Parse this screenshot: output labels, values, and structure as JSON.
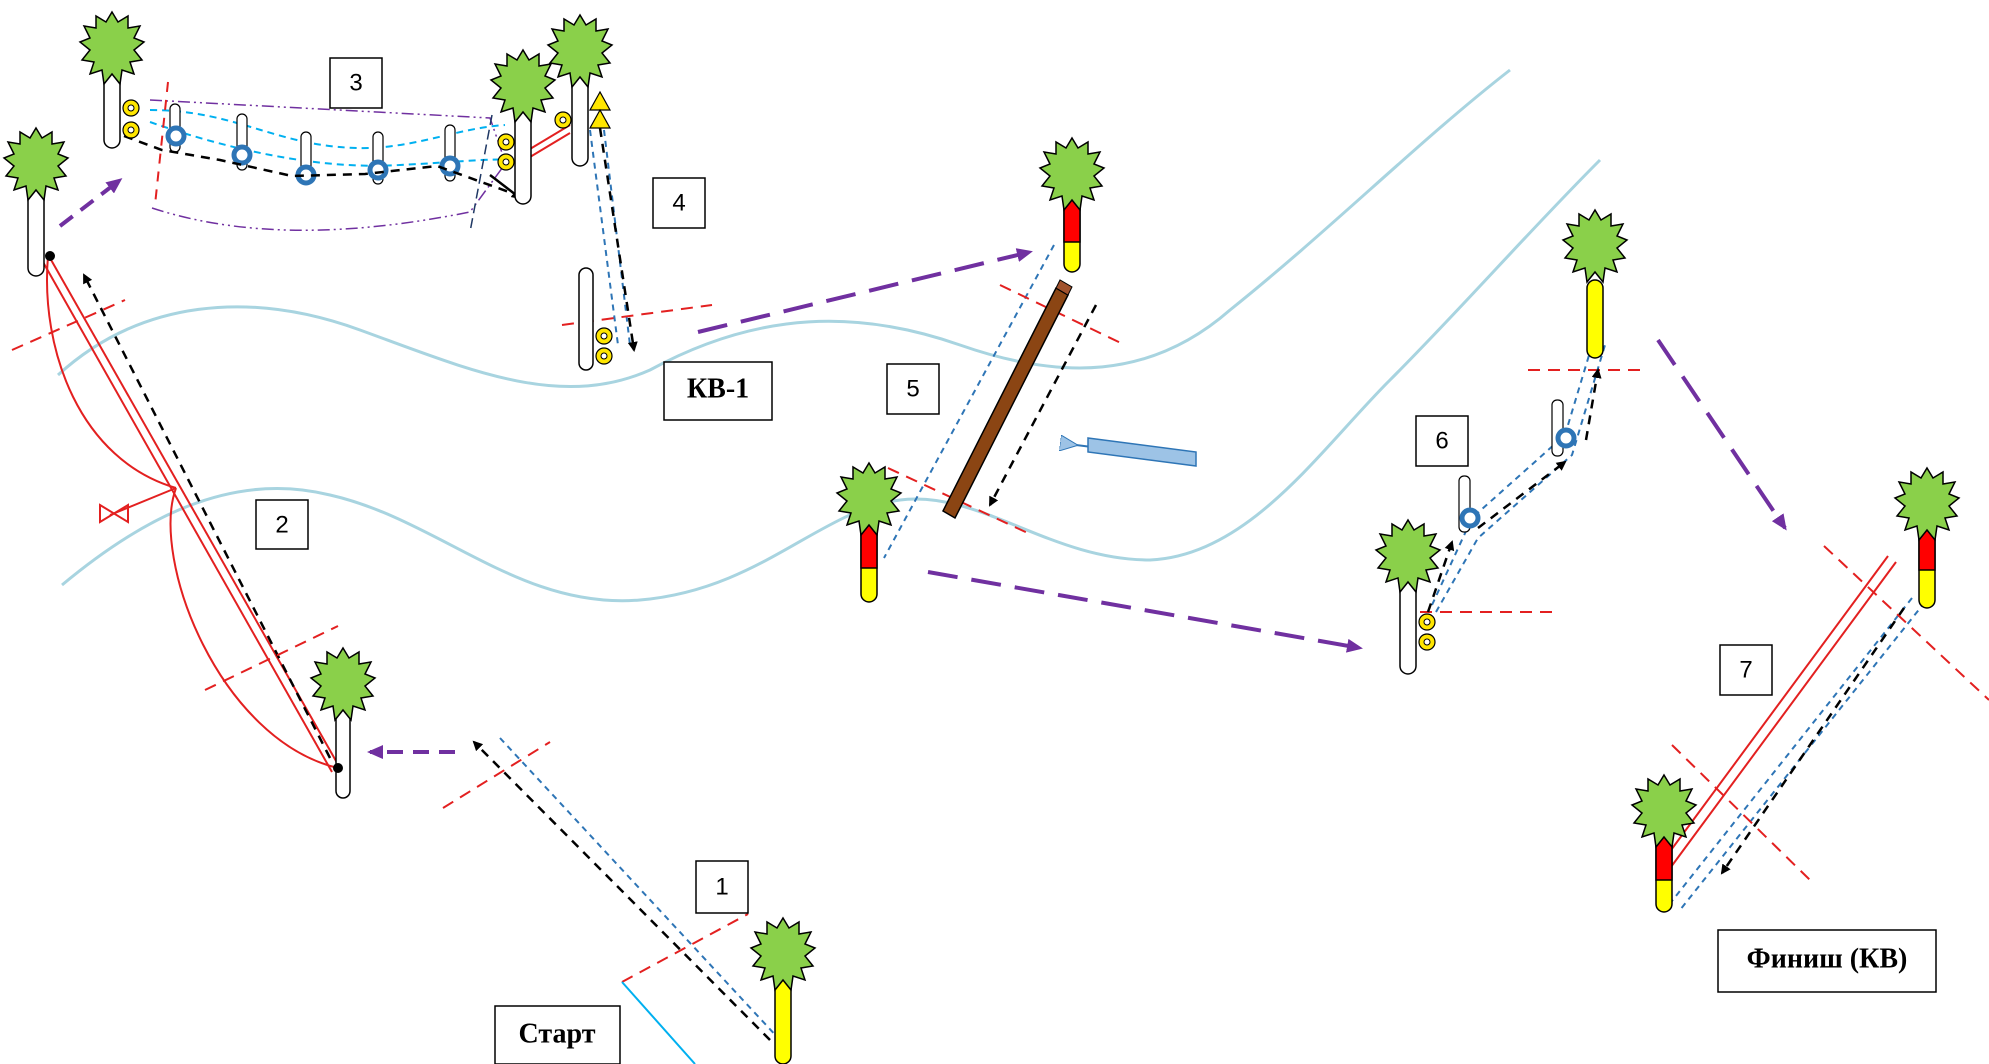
{
  "labels": {
    "start": "Старт",
    "kv1": "КВ-1",
    "finish": "Финиш (КВ)"
  },
  "stages": [
    "1",
    "2",
    "3",
    "4",
    "5",
    "6",
    "7"
  ],
  "colors": {
    "tree": "#8ad04a",
    "river": "#a8d4e0",
    "rope": "#e32020",
    "arrow_black": "#000000",
    "arrow_purple": "#7030a0",
    "guide_blue": "#2e75b6",
    "guide_cyan": "#00b0f0",
    "log": "#8b4513",
    "marker_yellow": "#ffff00",
    "marker_red": "#ff0000",
    "carabiner": "#ffe600",
    "ring": "#2e75b6"
  }
}
